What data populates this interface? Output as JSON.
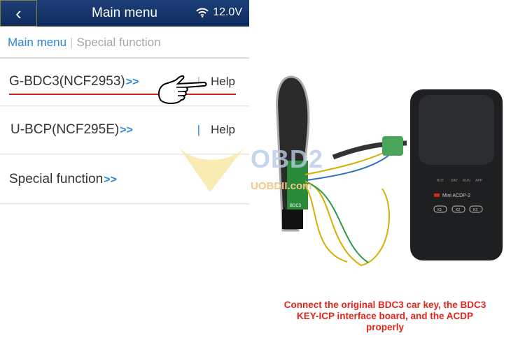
{
  "header": {
    "title": "Main menu",
    "voltage": "12.0V",
    "back_icon": "chevron-left-icon",
    "wifi_icon": "wifi-icon"
  },
  "breadcrumb": {
    "current": "Main menu",
    "separator": "|",
    "next": "Special function"
  },
  "menu": [
    {
      "label": "G-BDC3(NCF2953)",
      "arrow": ">>",
      "help": "Help",
      "separator": "|"
    },
    {
      "label": "U-BCP(NCF295E)",
      "arrow": ">>",
      "help": "Help",
      "separator": "|"
    },
    {
      "label": "Special function",
      "arrow": ">>"
    }
  ],
  "photo": {
    "device_label": "Mini ACDP-2",
    "leds": [
      "BOT",
      "DAT",
      "RUN",
      "APP"
    ],
    "buttons": [
      "K1",
      "K2",
      "K3"
    ],
    "board_label": "BDC3",
    "watermark_top": "OBD2",
    "watermark_bottom": "UOBDII.com"
  },
  "caption": "Connect the original BDC3 car key, the BDC3 KEY-ICP interface board, and the ACDP properly",
  "colors": {
    "header": "#15356b",
    "accent": "#2a86d4",
    "underline": "#d81e1e",
    "caption": "#e0251d"
  }
}
